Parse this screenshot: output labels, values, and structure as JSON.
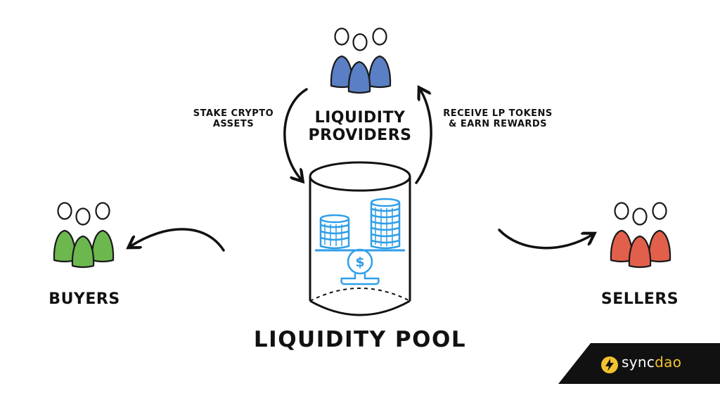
{
  "diagram": {
    "providers": {
      "line1": "LIQUIDITY",
      "line2": "PROVIDERS",
      "color": "#5a7fc4"
    },
    "stake": {
      "line1": "STAKE CRYPTO",
      "line2": "ASSETS"
    },
    "receive": {
      "line1": "RECEIVE LP TOKENS",
      "line2": "& EARN REWARDS"
    },
    "buyers": {
      "label": "BUYERS",
      "color": "#6cb84f"
    },
    "sellers": {
      "label": "SELLERS",
      "color": "#e2604b"
    },
    "pool": {
      "label": "LIQUIDITY POOL",
      "icon": "coin-scale-icon",
      "icon_color": "#2f9ee8"
    }
  },
  "brand": {
    "name_part1": "sync",
    "name_part2": "dao",
    "logo": "lightning-logo",
    "accent": "#f2c230"
  }
}
